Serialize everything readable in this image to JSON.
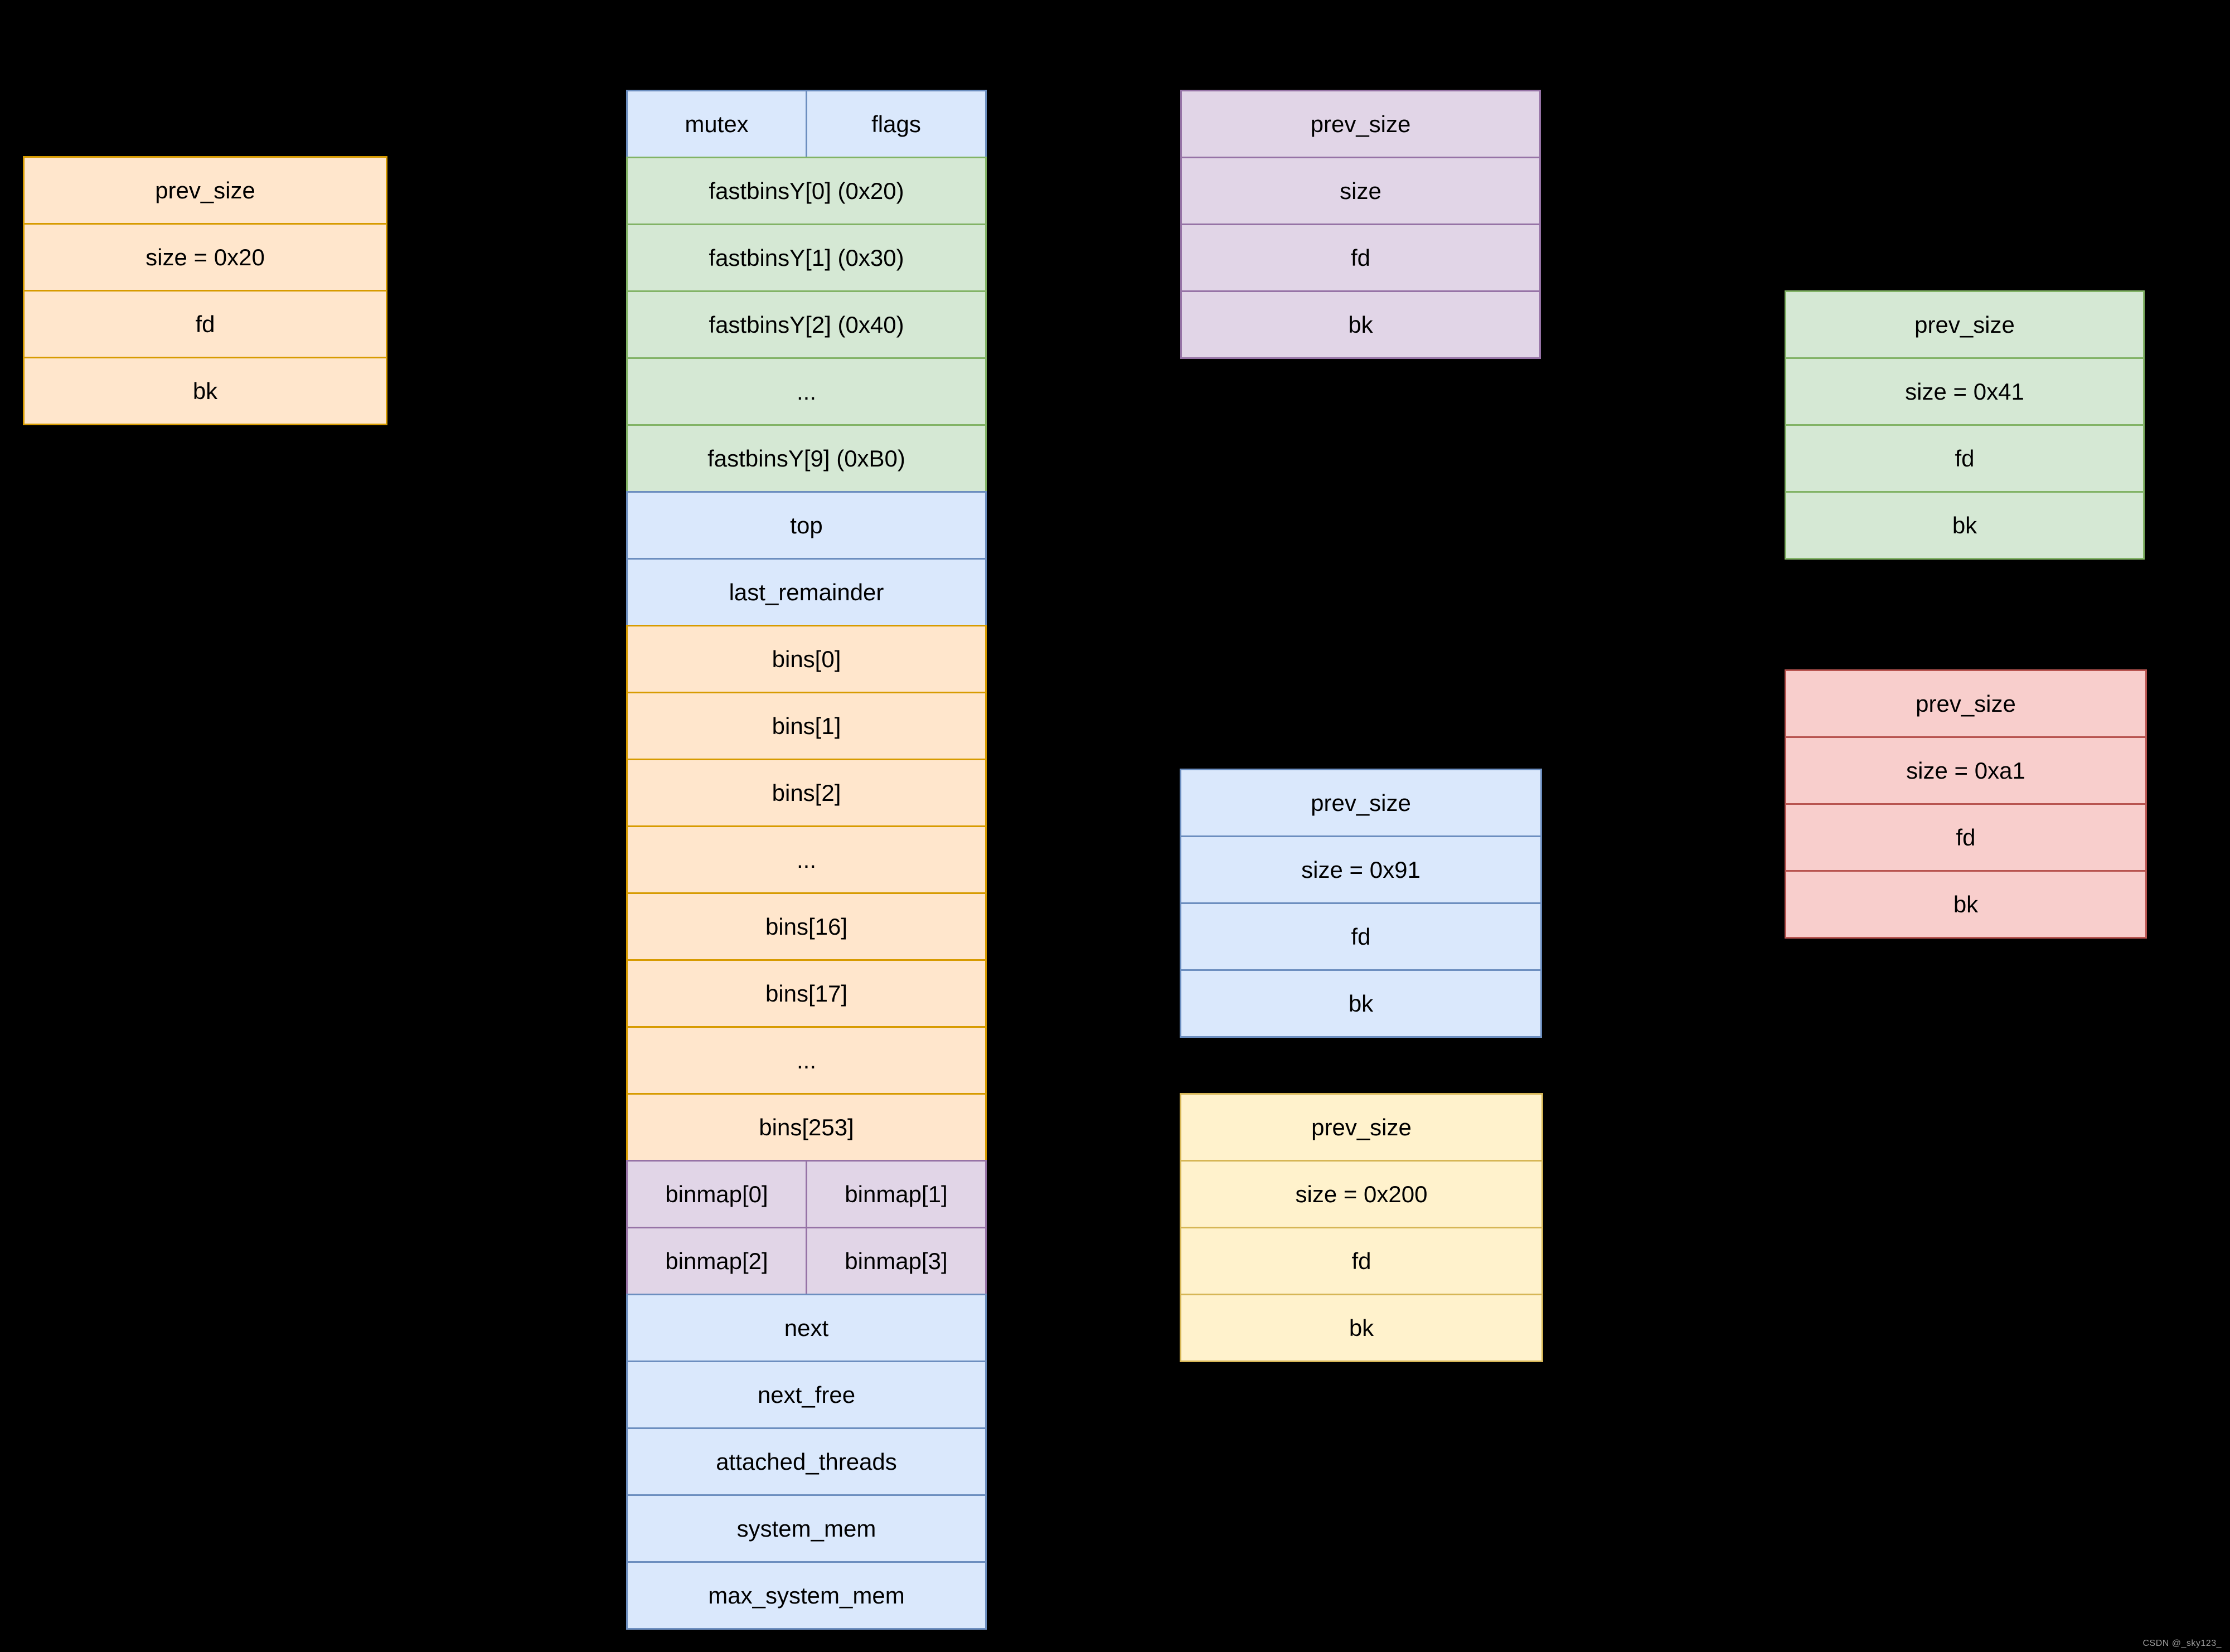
{
  "palette": {
    "background": "#000000",
    "text": "#000000",
    "watermark_color": "#9b9b9b",
    "blue_fill": "#dae8fc",
    "blue_stroke": "#6c8ebf",
    "green_fill": "#d5e8d4",
    "green_stroke": "#82b366",
    "orange_fill": "#ffe6cc",
    "orange_stroke": "#d79b00",
    "purple_fill": "#e1d5e7",
    "purple_stroke": "#9673a6",
    "red_fill": "#f8cecc",
    "red_stroke": "#b85450",
    "yellow_fill": "#fff2cc",
    "yellow_stroke": "#d6b656"
  },
  "arena": {
    "mutex": "mutex",
    "flags": "flags",
    "fastbins": [
      "fastbinsY[0] (0x20)",
      "fastbinsY[1] (0x30)",
      "fastbinsY[2] (0x40)",
      "...",
      "fastbinsY[9] (0xB0)"
    ],
    "top": "top",
    "last_remainder": "last_remainder",
    "bins": [
      "bins[0]",
      "bins[1]",
      "bins[2]",
      "...",
      "bins[16]",
      "bins[17]",
      "...",
      "bins[253]"
    ],
    "binmap": [
      "binmap[0]",
      "binmap[1]",
      "binmap[2]",
      "binmap[3]"
    ],
    "tail": [
      "next",
      "next_free",
      "attached_threads",
      "system_mem",
      "max_system_mem"
    ]
  },
  "chunks": {
    "free_0x20": {
      "rows": [
        "prev_size",
        "size = 0x20",
        "fd",
        "bk"
      ]
    },
    "allocated": {
      "rows": [
        "prev_size",
        "size",
        "fd",
        "bk"
      ]
    },
    "free_0x41": {
      "rows": [
        "prev_size",
        "size = 0x41",
        "fd",
        "bk"
      ]
    },
    "free_0x91": {
      "rows": [
        "prev_size",
        "size = 0x91",
        "fd",
        "bk"
      ]
    },
    "free_0xa1": {
      "rows": [
        "prev_size",
        "size = 0xa1",
        "fd",
        "bk"
      ]
    },
    "free_0x200": {
      "rows": [
        "prev_size",
        "size = 0x200",
        "fd",
        "bk"
      ]
    }
  },
  "watermark": "CSDN @_sky123_"
}
